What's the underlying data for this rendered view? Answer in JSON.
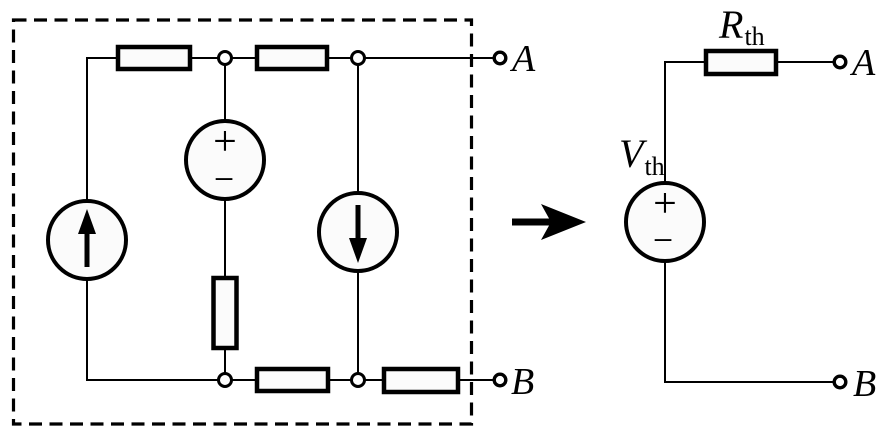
{
  "colors": {
    "background": "#ffffff",
    "ink": "#000000",
    "component_fill": "#fbfbfb"
  },
  "left_circuit": {
    "terminal_a": "A",
    "terminal_b": "B",
    "voltage_source": {
      "plus": "+",
      "minus": "−"
    },
    "icons": {
      "current_source_left": "arrow-up",
      "current_source_right": "arrow-down"
    }
  },
  "transform": {
    "icon": "arrow-right"
  },
  "right_circuit": {
    "resistor_label": {
      "main": "R",
      "sub": "th"
    },
    "source_label": {
      "main": "V",
      "sub": "th"
    },
    "voltage_source": {
      "plus": "+",
      "minus": "−"
    },
    "terminal_a": "A",
    "terminal_b": "B"
  }
}
